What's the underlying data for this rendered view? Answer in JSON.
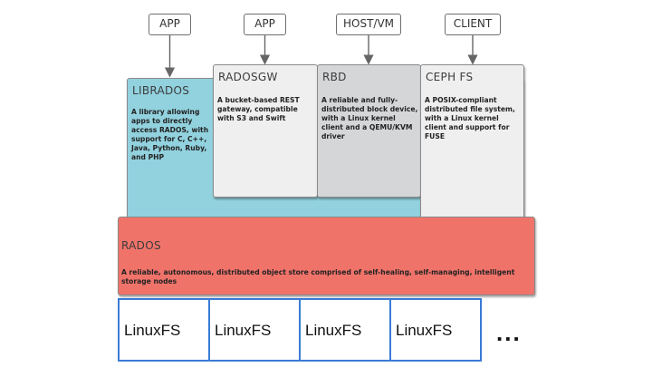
{
  "clients": [
    "APP",
    "APP",
    "HOST/VM",
    "CLIENT"
  ],
  "librados": {
    "title": "LIBRADOS",
    "description": "A library allowing apps to directly access RADOS, with support for C, C++, Java, Python, Ruby, and PHP"
  },
  "radosgw": {
    "title": "RADOSGW",
    "description": "A bucket-based REST gateway, compatible with S3 and Swift"
  },
  "rbd": {
    "title": "RBD",
    "description": "A reliable and fully-distributed block device, with a Linux kernel client and a QEMU/KVM driver"
  },
  "cephfs": {
    "title": "CEPH FS",
    "description": "A POSIX-compliant distributed file system, with a Linux kernel client and support for FUSE"
  },
  "rados": {
    "title": "RADOS",
    "description": "A reliable, autonomous, distributed object store comprised of self-healing, self-managing, intelligent storage nodes"
  },
  "filesystems": [
    "LinuxFS",
    "LinuxFS",
    "LinuxFS",
    "LinuxFS"
  ],
  "more": "...",
  "colors": {
    "librados": "#92d2df",
    "radosgw": "#efeff0",
    "rbd": "#d5d6d8",
    "cephfs": "#efeff0",
    "rados": "#f0736a",
    "fs_border": "#3a7bd5",
    "arrow": "#666666"
  }
}
